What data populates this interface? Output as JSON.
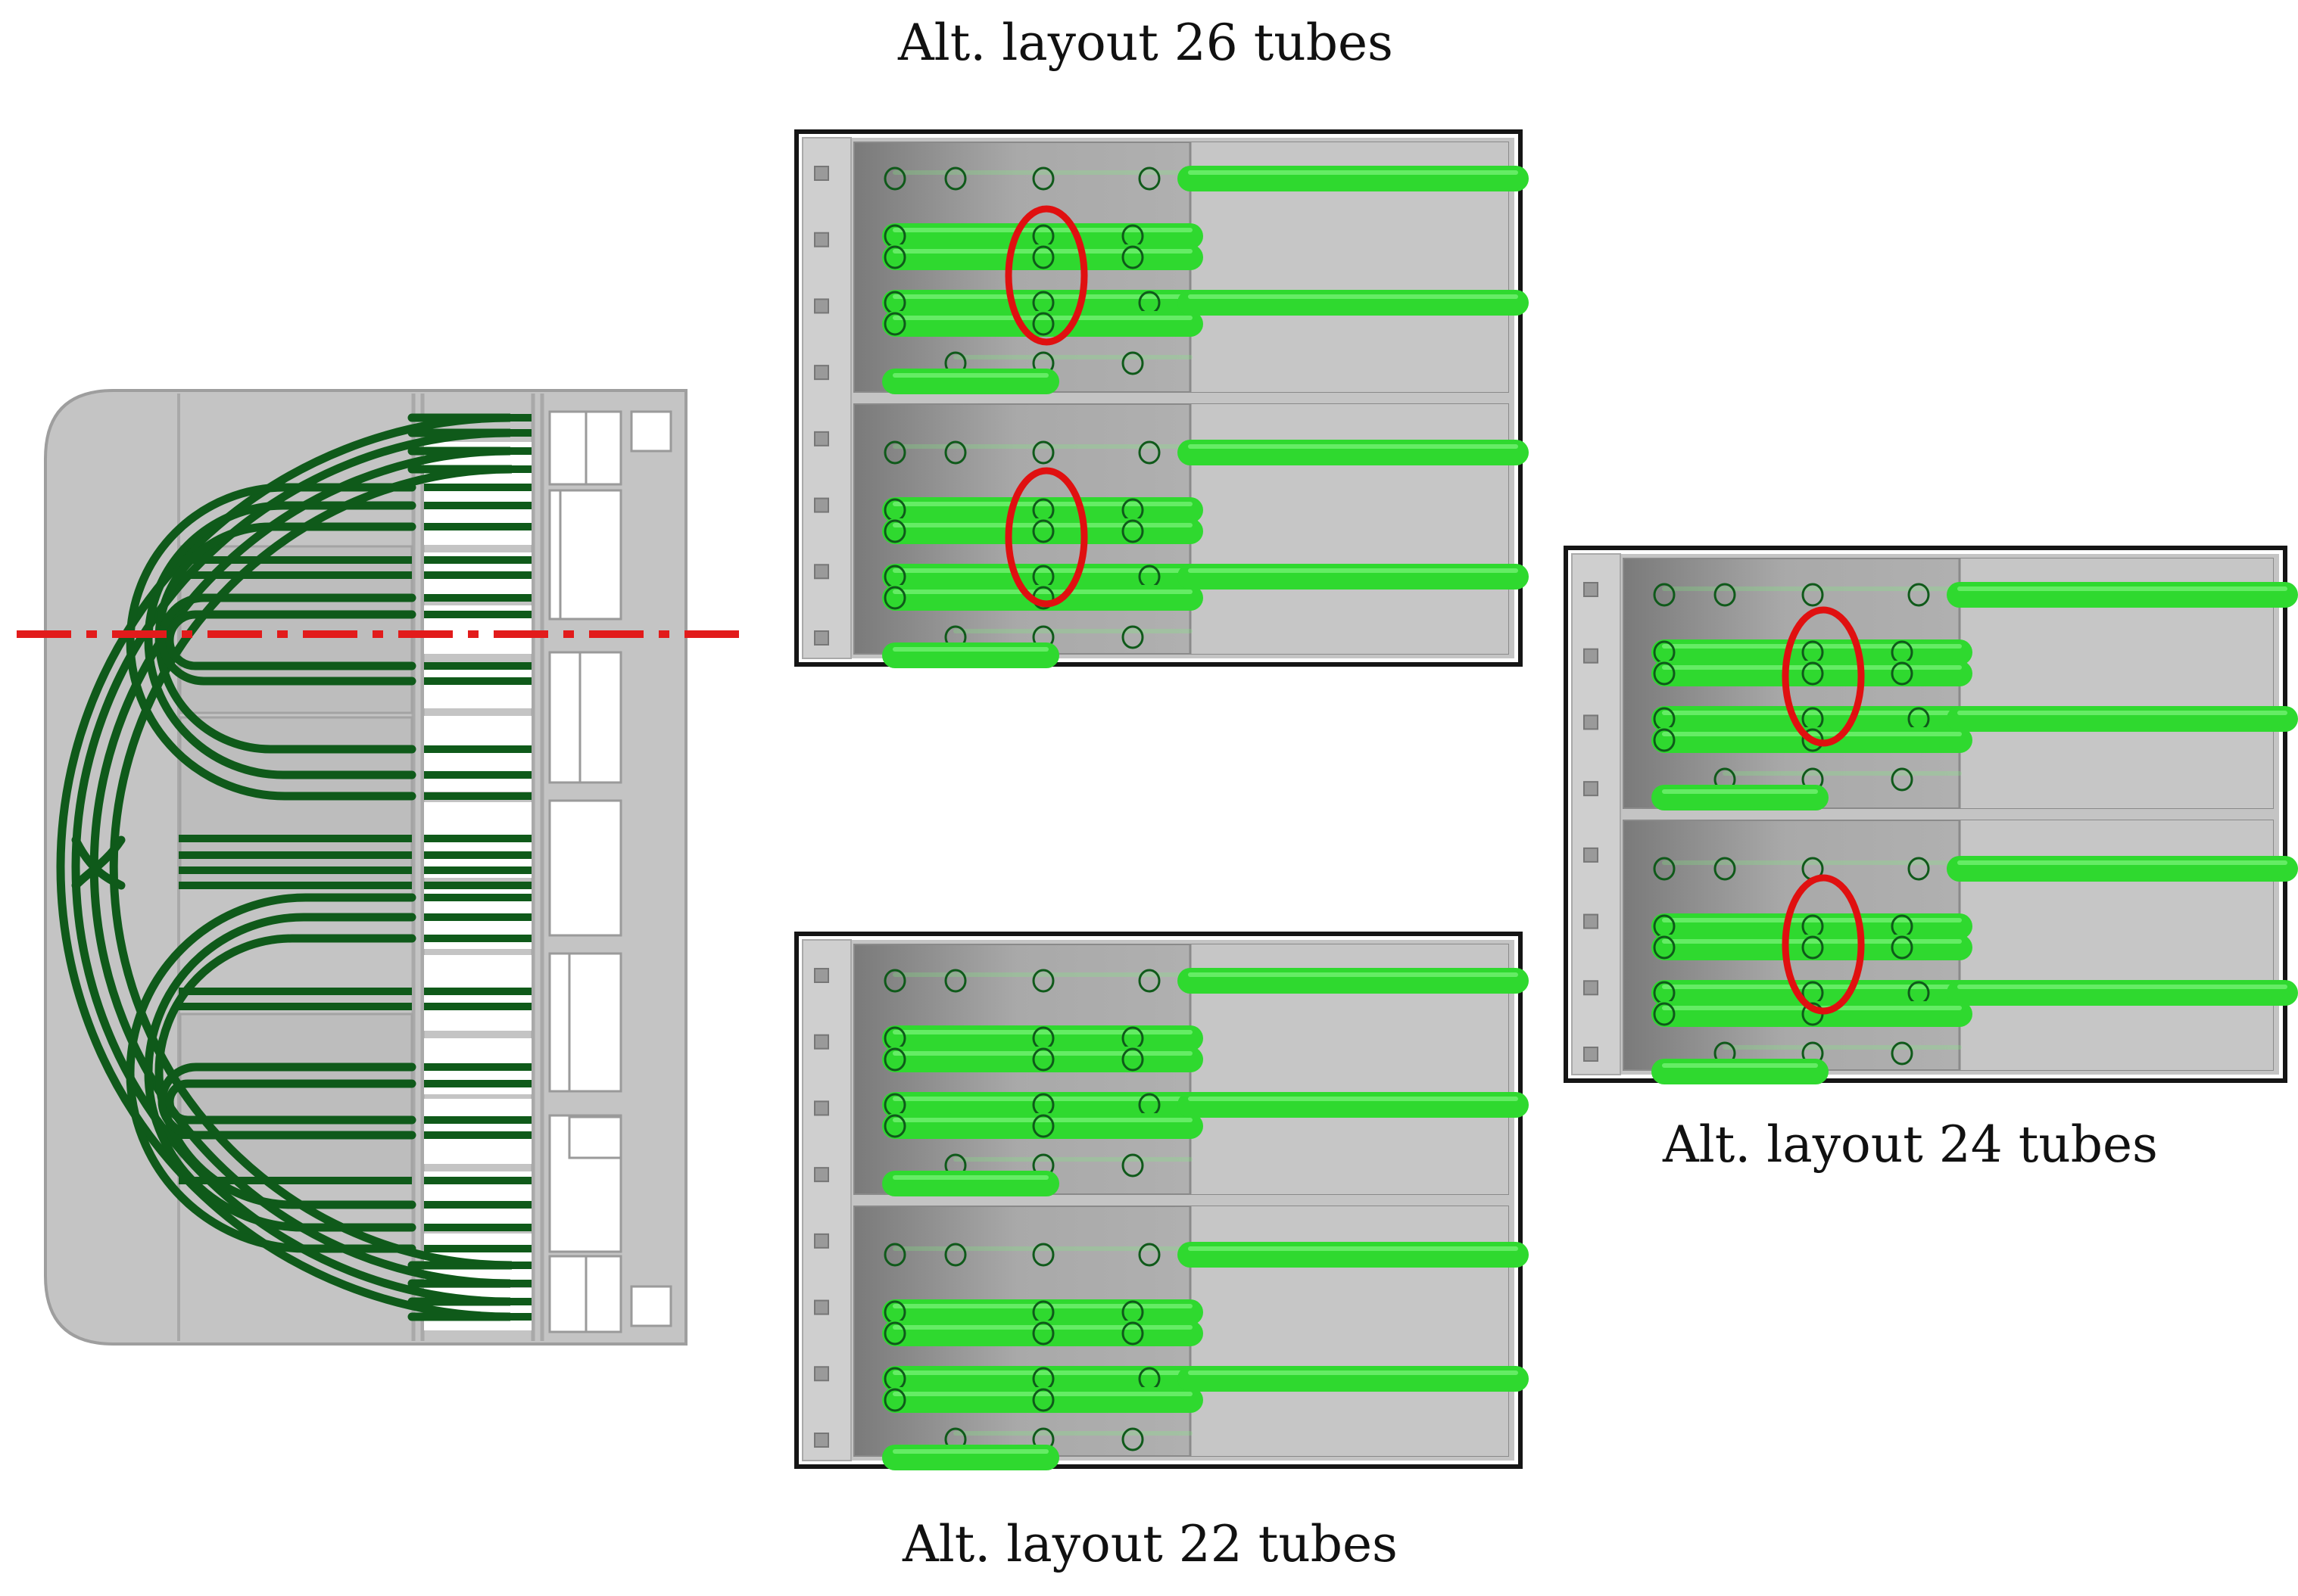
{
  "captions": {
    "layout_26": "Alt. layout 26 tubes",
    "layout_24": "Alt. layout 24 tubes",
    "layout_22": "Alt. layout 22 tubes"
  },
  "colors": {
    "background": "#ffffff",
    "plate": "#c4c4c4",
    "plate_edge": "#9e9e9e",
    "tube_dark": "#0f5a1a",
    "tube_bright": "#2fd92f",
    "section_line": "#e21b1b",
    "highlight": "#e01010",
    "frame": "#151515"
  }
}
